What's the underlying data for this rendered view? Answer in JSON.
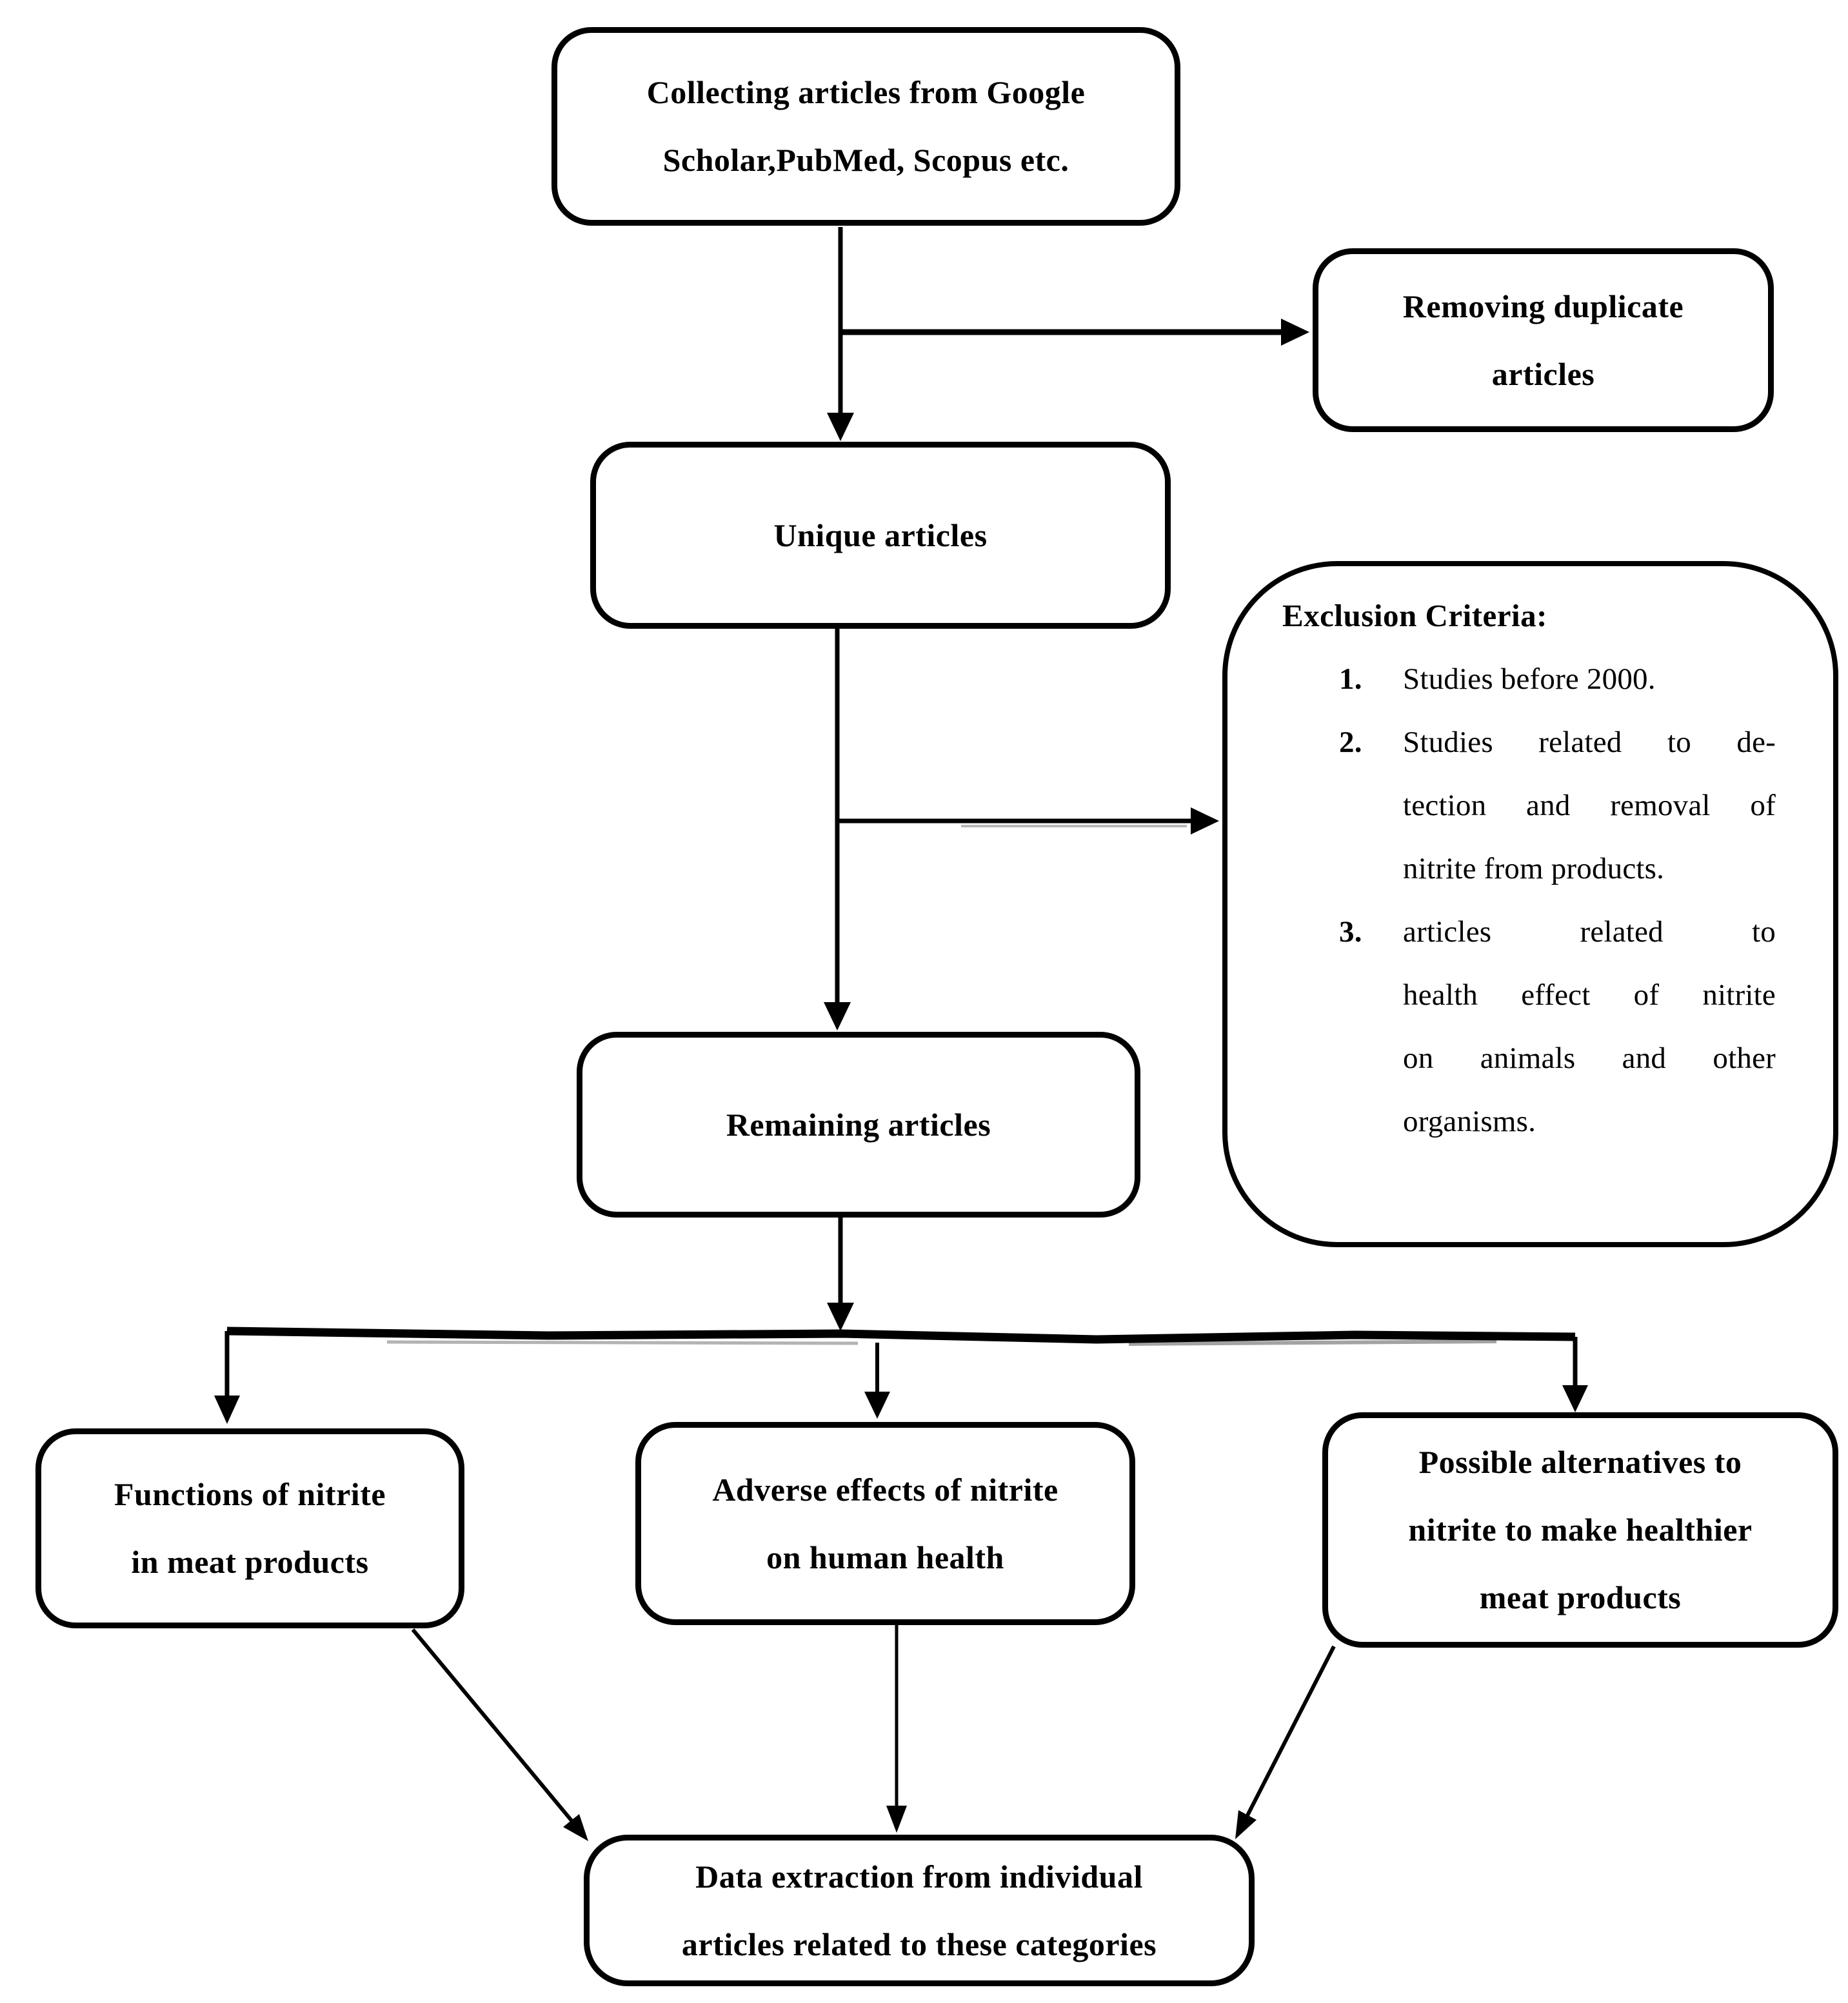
{
  "figure": {
    "type": "flowchart",
    "boxes": {
      "collecting": {
        "lines": [
          "Collecting articles from Google",
          "Scholar,PubMed, Scopus etc."
        ]
      },
      "removing": {
        "lines": [
          "Removing duplicate",
          "articles"
        ]
      },
      "unique": {
        "lines": [
          "Unique articles"
        ]
      },
      "remaining": {
        "lines": [
          "Remaining articles"
        ]
      },
      "functions": {
        "lines": [
          "Functions of nitrite",
          "in meat products"
        ]
      },
      "adverse": {
        "lines": [
          "Adverse effects of nitrite",
          "on human health"
        ]
      },
      "alternatives": {
        "lines": [
          "Possible alternatives to",
          "nitrite to make healthier",
          "meat products"
        ]
      },
      "extraction": {
        "lines": [
          "Data extraction from individual",
          "articles related to these categories"
        ]
      },
      "exclusion": {
        "title": "Exclusion Criteria:",
        "items": [
          {
            "num": "1.",
            "lines": [
              "Studies before 2000."
            ]
          },
          {
            "num": "2.",
            "lines": [
              "Studies related to de-",
              "tection and removal of",
              "nitrite from products."
            ]
          },
          {
            "num": "3.",
            "lines": [
              "articles related to",
              "health effect of nitrite",
              "on animals and other",
              "organisms."
            ]
          }
        ]
      }
    },
    "colors": {
      "ink": "#000000",
      "paper": "#ffffff",
      "scan_artifact": "#ababab"
    }
  }
}
